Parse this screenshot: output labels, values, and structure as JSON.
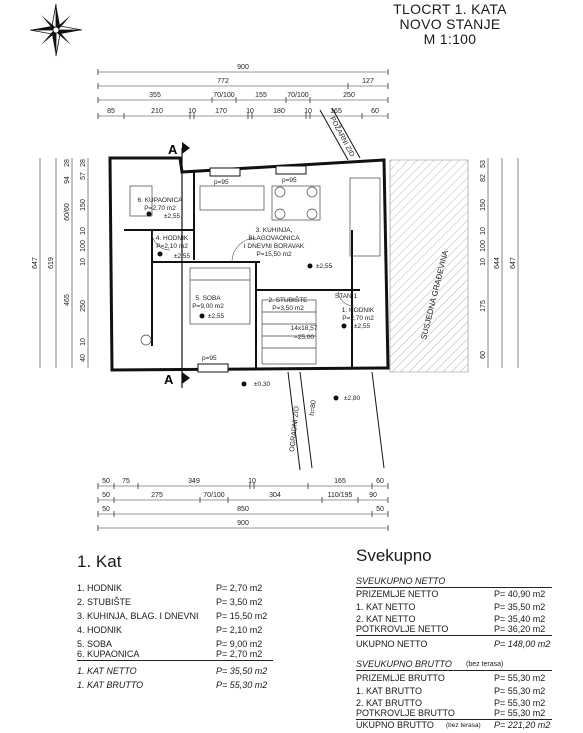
{
  "title": {
    "line1": "TLOCRT 1. KATA",
    "line2": "NOVO STANJE",
    "line3": "M 1:100"
  },
  "plan": {
    "section_markers": [
      "A",
      "A"
    ],
    "dims_top": {
      "row1": [
        "900"
      ],
      "row2": [
        "772",
        "127"
      ],
      "row3": [
        "355",
        "70/100",
        "155",
        "70/100",
        "250"
      ],
      "row4": [
        "85",
        "210",
        "10",
        "170",
        "10",
        "180",
        "10",
        "165",
        "60"
      ]
    },
    "dims_bottom": {
      "row1": [
        "50",
        "75",
        "349",
        "10",
        "165",
        "60"
      ],
      "row2": [
        "50",
        "275",
        "70/100",
        "304",
        "110/195",
        "90"
      ],
      "row3": [
        "50",
        "850",
        "50"
      ],
      "row4": [
        "900"
      ]
    },
    "dims_left": {
      "outer": [
        "647"
      ],
      "mid": [
        "619"
      ],
      "inner_a": [
        "28",
        "94",
        "60/60",
        "465"
      ],
      "inner_b": [
        "28",
        "57",
        "150",
        "10",
        "100",
        "10",
        "250",
        "10",
        "40"
      ]
    },
    "dims_right": {
      "outer": [
        "647"
      ],
      "mid": [
        "644"
      ],
      "inner_a": [
        "53",
        "82",
        "150",
        "10",
        "100",
        "10",
        "175",
        "60"
      ]
    },
    "wall_labels": {
      "top": "POŽARNI ZID",
      "bottom": "OGRADNI ZID",
      "bottom_height": "h=80",
      "neighbour": "SUSJEDNA GRAĐEVINA"
    },
    "windows": [
      "p=95",
      "p=95",
      "p=95"
    ],
    "rooms": [
      {
        "name": "6. KUPAONICA",
        "area": "P=2,70 m2",
        "level": "±2,55"
      },
      {
        "name": "4. HODNIK",
        "area": "P=2,10 m2",
        "level": "±2,55"
      },
      {
        "name": "3. KUHINJA,",
        "name2": "BLAGOVAONICA",
        "name3": "I DNEVNI BORAVAK",
        "area": "P=15,50 m2",
        "level": "±2,55"
      },
      {
        "name": "5. SOBA",
        "area": "P=9,00 m2",
        "level": "±2,55"
      },
      {
        "name": "2. STUBIŠTE",
        "area": "P=3,50 m2"
      },
      {
        "name": "1. HODNIK",
        "area": "P=2,70 m2",
        "level": "±2,55"
      }
    ],
    "stair_note": "14x18,57",
    "stair_note2": "=25,00",
    "stan_label": "STAN 1",
    "extra_levels": [
      "±0,30",
      "±2,80"
    ]
  },
  "kat_table": {
    "heading": "1. Kat",
    "rows": [
      {
        "label": "1. HODNIK",
        "value": "P= 2,70 m2"
      },
      {
        "label": "2. STUBIŠTE",
        "value": "P= 3,50 m2"
      },
      {
        "label": "3. KUHINJA, BLAG. I DNEVNI",
        "value": "P= 15,50 m2"
      },
      {
        "label": "4. HODNIK",
        "value": "P= 2,10 m2"
      },
      {
        "label": "5. SOBA",
        "value": "P= 9,00 m2"
      },
      {
        "label": "6. KUPAONICA",
        "value": "P= 2,70 m2"
      }
    ],
    "totals": [
      {
        "label": "1. KAT NETTO",
        "value": "P= 35,50 m2"
      },
      {
        "label": "1. KAT BRUTTO",
        "value": "P= 55,30 m2"
      }
    ]
  },
  "svekupno": {
    "heading": "Svekupno",
    "netto_title": "SVEUKUPNO NETTO",
    "netto_rows": [
      {
        "label": "PRIZEMLJE NETTO",
        "value": "P= 40,90 m2"
      },
      {
        "label": "1. KAT NETTO",
        "value": "P= 35,50 m2"
      },
      {
        "label": "2. KAT NETTO",
        "value": "P= 35,40 m2"
      },
      {
        "label": "POTKROVLJE NETTO",
        "value": "P= 36,20 m2"
      }
    ],
    "netto_total": {
      "label": "UKUPNO NETTO",
      "value": "P= 148,00 m2"
    },
    "brutto_title": "SVEUKUPNO  BRUTTO",
    "brutto_note": "(bez terasa)",
    "brutto_rows": [
      {
        "label": "PRIZEMLJE  BRUTTO",
        "value": "P= 55,30 m2"
      },
      {
        "label": "1. KAT  BRUTTO",
        "value": "P= 55,30 m2"
      },
      {
        "label": "2. KAT  BRUTTO",
        "value": "P= 55,30 m2"
      },
      {
        "label": "POTKROVLJE BRUTTO",
        "value": "P= 55,30 m2"
      }
    ],
    "brutto_total": {
      "label": "UKUPNO BRUTTO",
      "note": "(bez terasa)",
      "value": "P= 221,20 m2"
    }
  }
}
